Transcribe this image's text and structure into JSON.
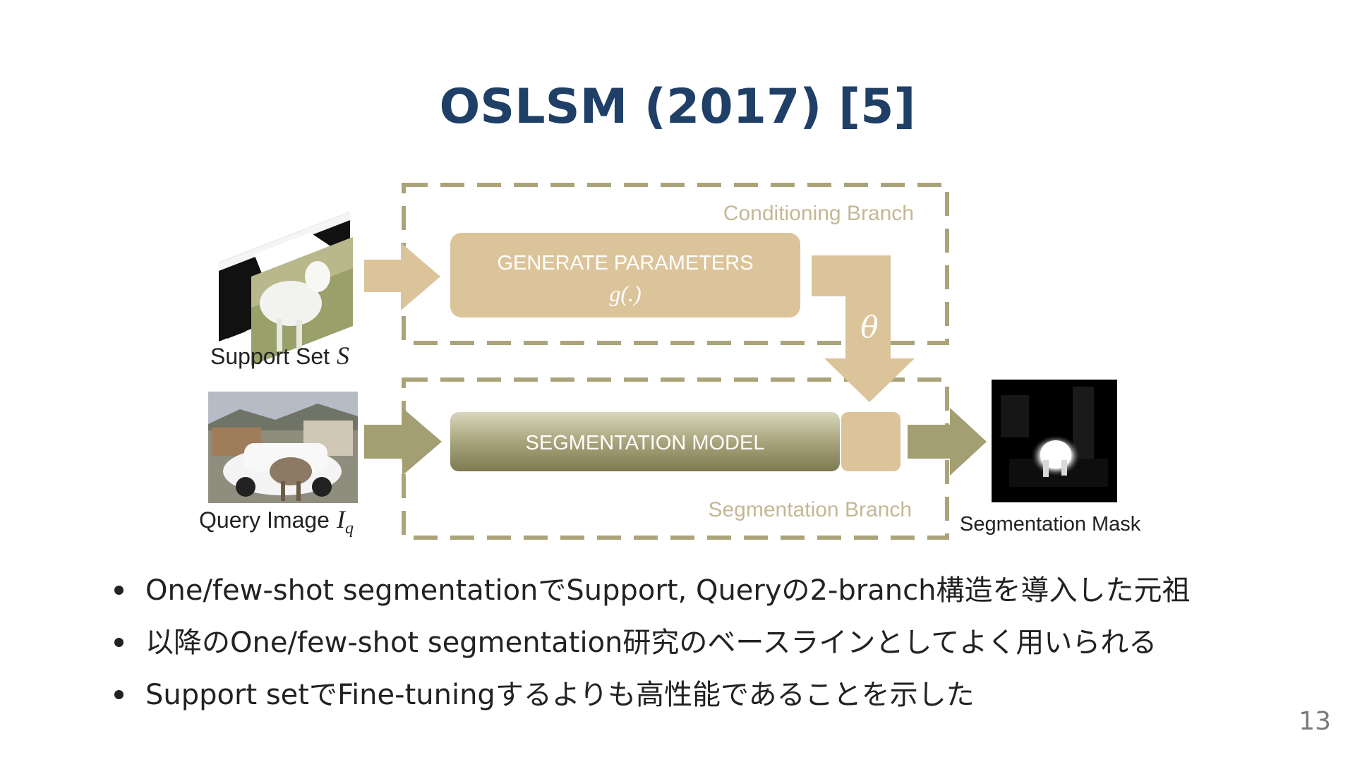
{
  "slide": {
    "title": "OSLSM (2017) [5]",
    "page_number": "13"
  },
  "diagram": {
    "conditioning_branch_label": "Conditioning Branch",
    "generate_parameters_label": "GENERATE PARAMETERS",
    "generate_parameters_formula": "g(.)",
    "theta_label": "θ",
    "segmentation_model_label": "SEGMENTATION MODEL",
    "segmentation_branch_label": "Segmentation Branch",
    "support_set_label": "Support Set",
    "support_set_symbol": "S",
    "query_image_label": "Query Image",
    "query_image_symbol": "I",
    "query_image_subscript": "q",
    "segmentation_mask_label": "Segmentation Mask",
    "colors": {
      "dashed_border": "#aba47a",
      "tan": "#dcc49a",
      "olive": "#a39f73",
      "olive_dark": "#7f7b52",
      "label_text": "#c4b894"
    }
  },
  "bullets": [
    "One/few-shot segmentationでSupport, Queryの2-branch構造を導入した元祖",
    "以降のOne/few-shot segmentation研究のベースラインとしてよく用いられる",
    "Support setでFine-tuningするよりも高性能であることを示した"
  ]
}
